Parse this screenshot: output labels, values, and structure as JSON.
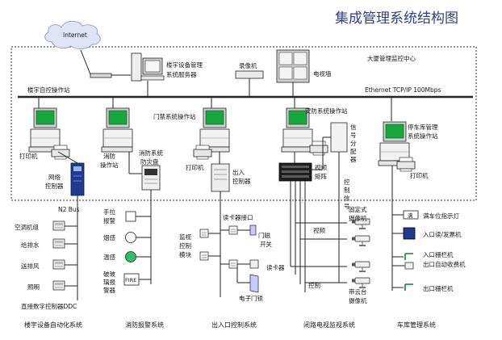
{
  "title": "集成管理系统结构图",
  "internet": "Internet",
  "network_label": "Ethernet TCP/IP 100Mbps",
  "monitor_center": "大厦管理监控中心",
  "building_server": [
    "楼宇设备管理",
    "系统服务器"
  ],
  "recorder": "录像机",
  "tv_wall": "电视墙",
  "bas_station": "楼宇自控操作站",
  "fire_station": [
    "消防",
    "操作站"
  ],
  "access_station": "门禁系统操作站",
  "security_station": "安防系统操作站",
  "parking_station": [
    "停车库管理",
    "系统操作站"
  ],
  "printer": "打印机",
  "network_controller": [
    "网络",
    "控制器"
  ],
  "fire_panel": [
    "消防系统",
    "防灾盘"
  ],
  "access_controller": [
    "出入",
    "控制器"
  ],
  "signal_distributor": [
    "信",
    "号",
    "分",
    "配",
    "器"
  ],
  "video_matrix": [
    "视频",
    "矩阵"
  ],
  "control_signal": [
    "控",
    "制",
    "信",
    "号"
  ],
  "n2_bus": "N2 Bus",
  "bas_devices": [
    "空调机组",
    "给排水",
    "送排风",
    "照明"
  ],
  "ddc": "直接数字控制器DDC",
  "fire_devices": [
    "手拉报警",
    "烟感",
    "温感",
    "破玻璃报警器"
  ],
  "fire_tag": "FIRE",
  "reader_interface": "读卡器接口",
  "monitor_module": [
    "监视",
    "控制",
    "模块"
  ],
  "door_switch": [
    "门磁",
    "开关"
  ],
  "card_reader": "读卡器",
  "electronic_lock": "电子门锁",
  "video_label": "视频",
  "control_label": "控制",
  "fixed_camera": [
    "固定式",
    "摄像机"
  ],
  "ptz_camera": [
    "带云台",
    "摄像机"
  ],
  "parking_devices": [
    "满车位指示灯",
    "入口读/发票机",
    "入口栅栏机",
    "出口自动收费机",
    "出口栅栏机"
  ],
  "full_sign": "满",
  "captions": [
    "楼宇设备自动化系统",
    "消防报警系统",
    "出入口控制系统",
    "闭路电视监视系统",
    "车库管理系统"
  ],
  "colors": {
    "title": "#2f3f8a",
    "screen": "#16a83c",
    "cloud": "#dfe3f3",
    "rack": "#1f3a8f"
  }
}
